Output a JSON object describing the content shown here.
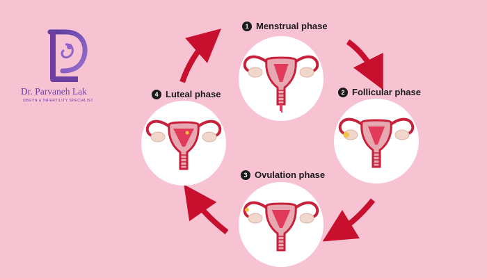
{
  "brand": {
    "monogram": "DL",
    "name": "Dr. Parvaneh Lak",
    "tagline": "OBGYN & INFERTILITY SPECIALIST",
    "color": "#6d3fa0"
  },
  "phases": [
    {
      "number": "1",
      "label": "Menstrual phase"
    },
    {
      "number": "2",
      "label": "Follicular phase"
    },
    {
      "number": "3",
      "label": "Ovulation phase"
    },
    {
      "number": "4",
      "label": "Luteal phase"
    }
  ],
  "colors": {
    "background": "#f7c3d3",
    "arrow": "#c8102e",
    "uterus_outer": "#e8a8b2",
    "uterus_wall": "#c8203a",
    "lining": "#e23a5a",
    "follicle": "#f5c542"
  }
}
